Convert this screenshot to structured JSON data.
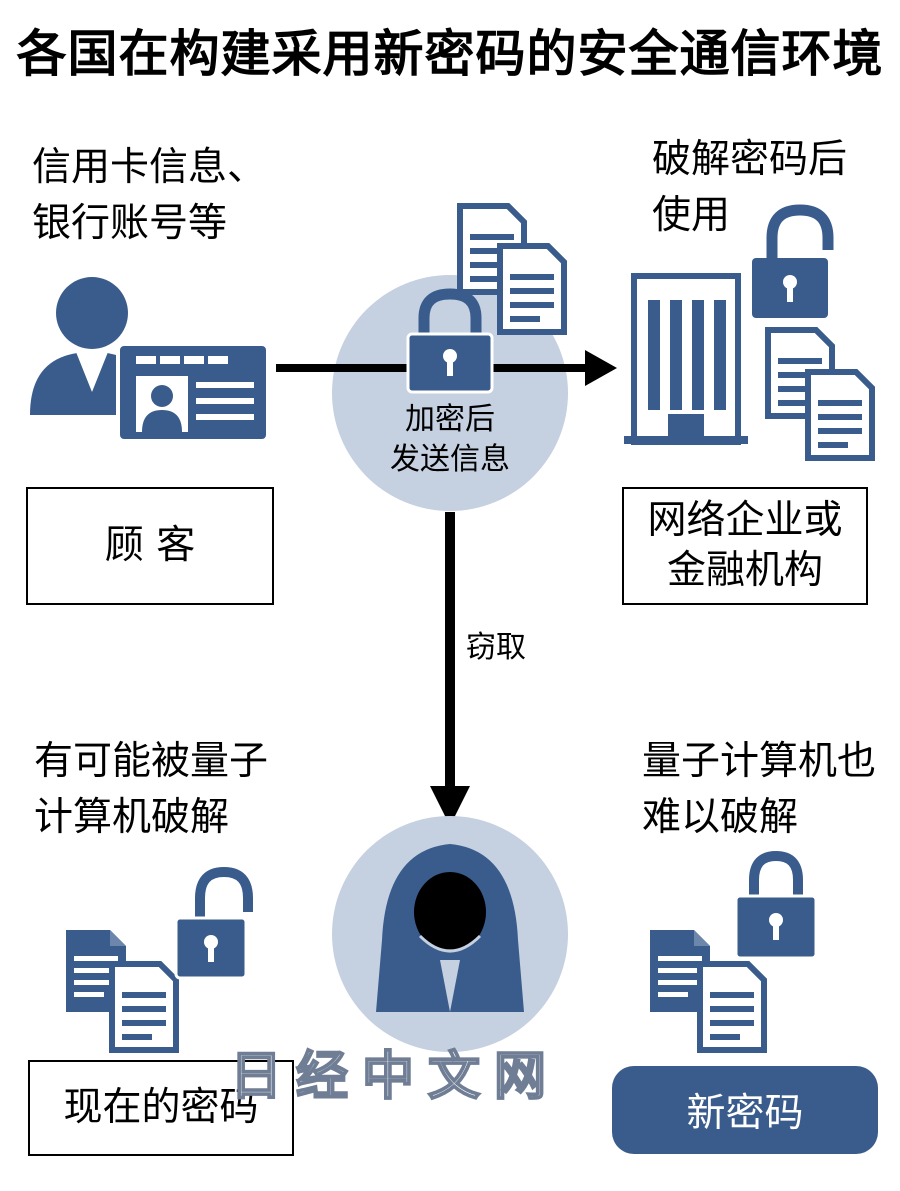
{
  "title": "各国在构建采用新密码的安全通信环境",
  "customer": {
    "info_line1": "信用卡信息、",
    "info_line2": "银行账号等",
    "box_label": "顾 客"
  },
  "center": {
    "line1": "加密后",
    "line2": "发送信息",
    "steal_label": "窃取"
  },
  "company": {
    "use_line1": "破解密码后",
    "use_line2": "使用",
    "box_line1": "网络企业或",
    "box_line2": "金融机构"
  },
  "current_crypto": {
    "desc_line1": "有可能被量子",
    "desc_line2": "计算机破解",
    "box_label": "现在的密码"
  },
  "new_crypto": {
    "desc_line1": "量子计算机也",
    "desc_line2": "难以破解",
    "box_label": "新密码"
  },
  "watermark": "日经中文网",
  "colors": {
    "icon_dark": "#3a5c8c",
    "circle_light": "#c5d0e0",
    "arrow": "#000000"
  },
  "icons": [
    "person-icon",
    "id-card-icon",
    "document-icon",
    "lock-icon",
    "unlock-icon",
    "building-icon",
    "hacker-icon"
  ]
}
